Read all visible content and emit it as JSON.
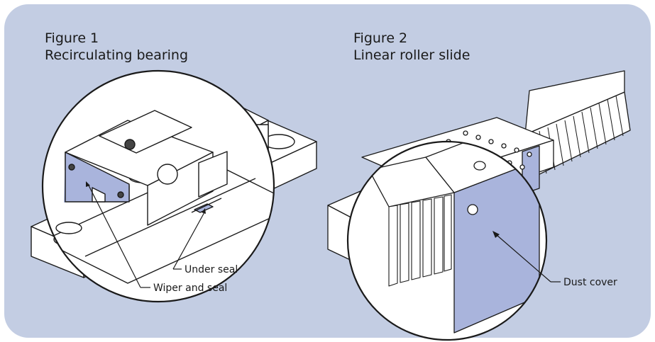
{
  "figure1": {
    "number": "Figure 1",
    "title": "Recirculating bearing",
    "labels": {
      "under_seal": "Under seal",
      "wiper_and_seal": "Wiper and seal"
    }
  },
  "figure2": {
    "number": "Figure 2",
    "title": "Linear roller slide",
    "labels": {
      "dust_cover": "Dust cover"
    }
  },
  "colors": {
    "panel": "#c3cde3",
    "highlight": "#a9b4dc",
    "metal": "#ffffff",
    "line": "#1a1a1a"
  }
}
